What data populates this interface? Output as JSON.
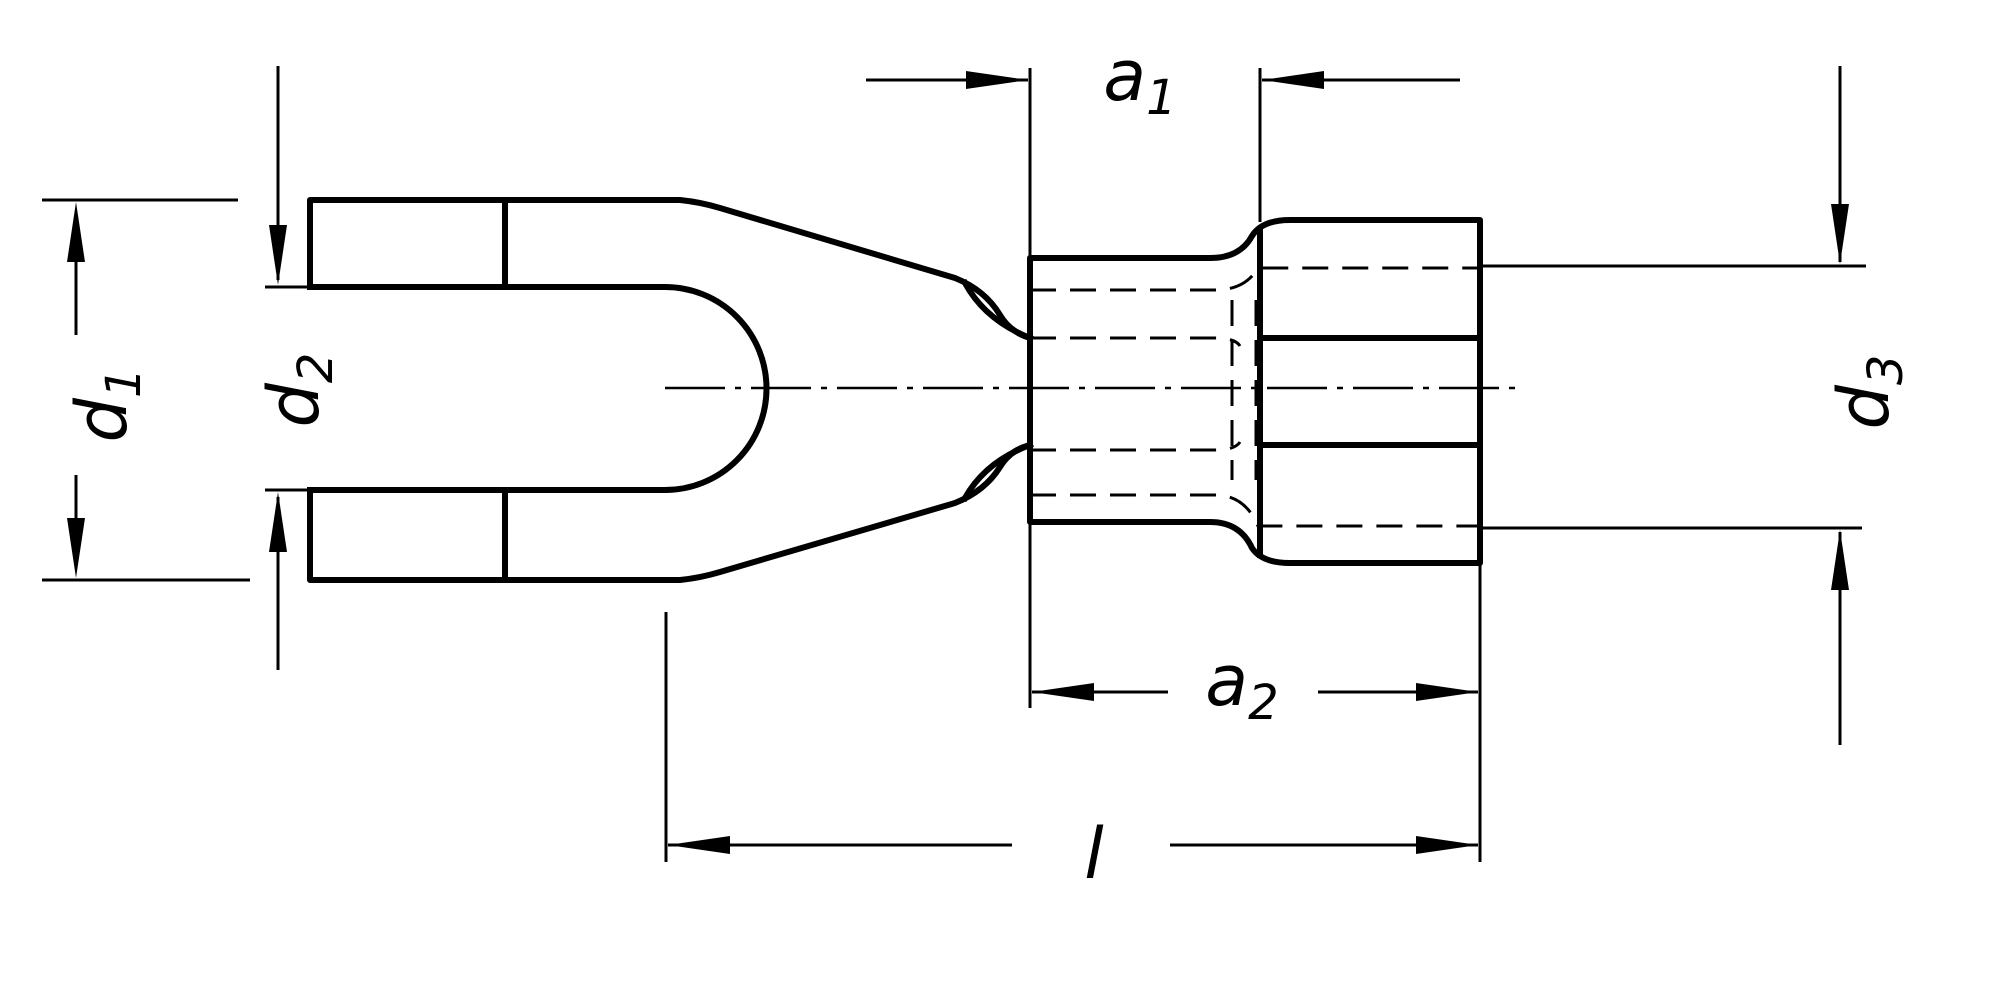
{
  "labels": {
    "a1": {
      "main": "a",
      "sub": "1"
    },
    "a2": {
      "main": "a",
      "sub": "2"
    },
    "d1": {
      "main": "d",
      "sub": "1"
    },
    "d2": {
      "main": "d",
      "sub": "2"
    },
    "d3": {
      "main": "d",
      "sub": "3"
    },
    "l": {
      "main": "l"
    }
  }
}
